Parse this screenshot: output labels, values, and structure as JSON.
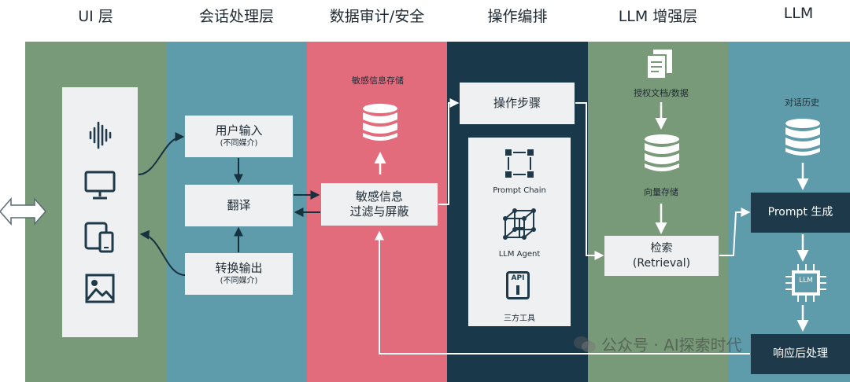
{
  "columns": [
    {
      "title": "UI 层",
      "color": "#789a78"
    },
    {
      "title": "会话处理层",
      "color": "#5f9cab"
    },
    {
      "title": "数据审计/安全",
      "color": "#e26b7c"
    },
    {
      "title": "操作编排",
      "color": "#19394a"
    },
    {
      "title": "LLM 增强层",
      "color": "#789a78"
    },
    {
      "title": "LLM",
      "color": "#5f9cab"
    }
  ],
  "session": {
    "user_input": "用户输入",
    "user_input_sub": "(不同媒介)",
    "translate": "翻译",
    "convert_output": "转换输出",
    "convert_output_sub": "(不同媒介)"
  },
  "security": {
    "storage_label": "敏感信息存储",
    "filter_line1": "敏感信息",
    "filter_line2": "过滤与屏蔽"
  },
  "orchestration": {
    "steps": "操作步骤",
    "prompt_chain": "Prompt Chain",
    "llm_agent": "LLM Agent",
    "api_badge": "API",
    "tools": "三方工具"
  },
  "augment": {
    "docs": "授权文档/数据",
    "vector": "向量存储",
    "retrieve_line1": "检索",
    "retrieve_line2": "(Retrieval)"
  },
  "llm": {
    "history": "对话历史",
    "prompt_gen": "Prompt 生成",
    "chip": "LLM",
    "post": "响应后处理"
  },
  "watermark": "公众号 · AI探索时代",
  "colors": {
    "arrow": "#17323f",
    "white_arrow": "#ffffff",
    "icon": "#1e3a4a"
  }
}
